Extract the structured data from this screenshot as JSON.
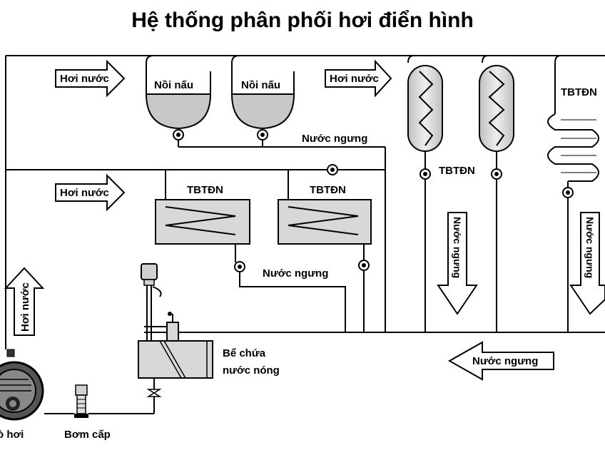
{
  "title": "Hệ thống phân phối hơi điển hình",
  "labels": {
    "steam": "Hơi nước",
    "cooking_pot": "Nồi nấu",
    "condensate": "Nước ngưng",
    "heat_exchanger": "TBTĐN",
    "hot_water_tank_line1": "Bể chứa",
    "hot_water_tank_line2": "nước nóng",
    "feed_pump": "Bơm cấp",
    "boiler": "Lò hơi",
    "boiler_visible": "ò hơi"
  },
  "colors": {
    "line": "#000000",
    "arrow_fill": "#ffffff",
    "equipment_fill": "#d8d8d8",
    "pot_fill": "#c8c8c8",
    "background": "#ffffff"
  }
}
